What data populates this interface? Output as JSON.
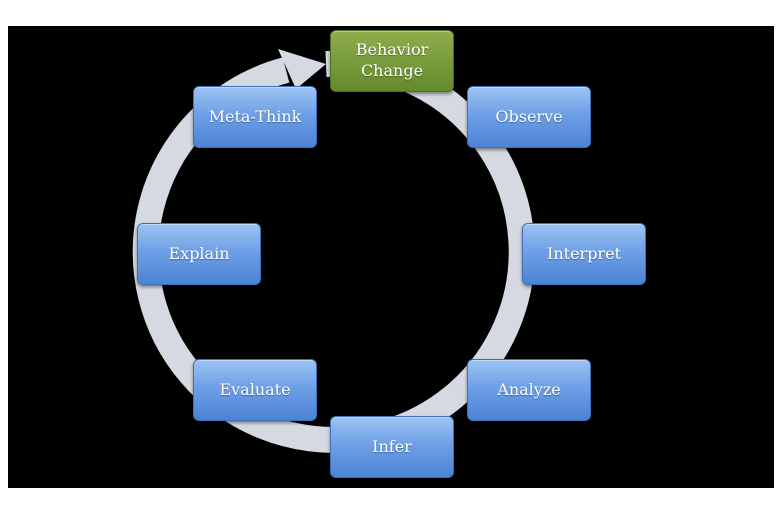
{
  "diagram": {
    "type": "cycle",
    "direction": "clockwise",
    "colors": {
      "background": "#000000",
      "ring": "#d4d9e2",
      "node_default": "#5b8fdc",
      "node_accent": "#779a3a",
      "text": "#ffffff"
    },
    "nodes": [
      {
        "label": "Behavior\nChange",
        "style": "accent"
      },
      {
        "label": "Observe",
        "style": "default"
      },
      {
        "label": "Interpret",
        "style": "default"
      },
      {
        "label": "Analyze",
        "style": "default"
      },
      {
        "label": "Infer",
        "style": "default"
      },
      {
        "label": "Evaluate",
        "style": "default"
      },
      {
        "label": "Explain",
        "style": "default"
      },
      {
        "label": "Meta-Think",
        "style": "default"
      }
    ]
  }
}
